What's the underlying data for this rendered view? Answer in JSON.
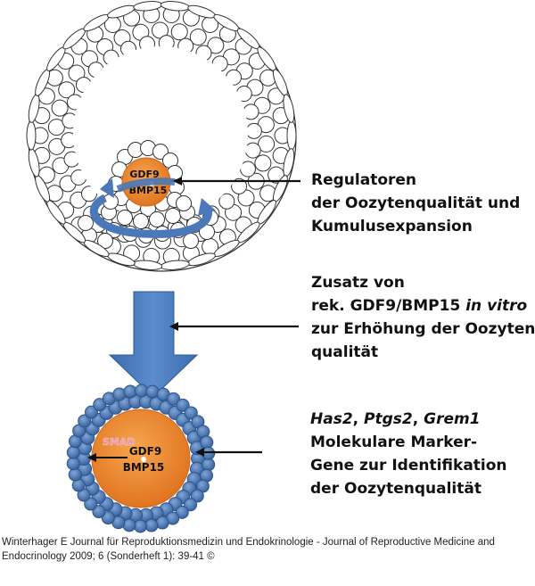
{
  "follicle": {
    "oocyte_label_1": "GDF9",
    "oocyte_label_2": "BMP15"
  },
  "annotation_top": {
    "line1": "Regulatoren",
    "line2": "der Oozytenqualität  und",
    "line3": "Kumulusexpansion"
  },
  "annotation_middle": {
    "line1": "Zusatz von",
    "line2_prefix": "rek. GDF9/BMP15 ",
    "line2_italic": "in vitro",
    "line3": "zur Erhöhung  der Oozyten-",
    "line4": "qualität"
  },
  "complex": {
    "smad_label": "SMAD",
    "oocyte_label_1": "GDF9",
    "oocyte_label_2": "BMP15"
  },
  "annotation_bottom": {
    "gene1": "Has2",
    "sep1": ", ",
    "gene2": "Ptgs2",
    "sep2": ", ",
    "gene3": "Grem1",
    "line2": "Molekulare Marker-",
    "line3": "Gene zur Identifikation",
    "line4": "der Oozytenqualität"
  },
  "caption": {
    "text": "Winterhager E Journal für Reproduktionsmedizin und Endokrinologie - Journal of Reproductive Medicine and Endocrinology 2009; 6 (Sonderheft 1): 39-41 ©"
  },
  "colors": {
    "oocyte_orange": "#e8822a",
    "arrow_blue": "#4a78b8",
    "cumulus_blue": "#3f6fae",
    "smad_pink": "#e89ab8"
  }
}
